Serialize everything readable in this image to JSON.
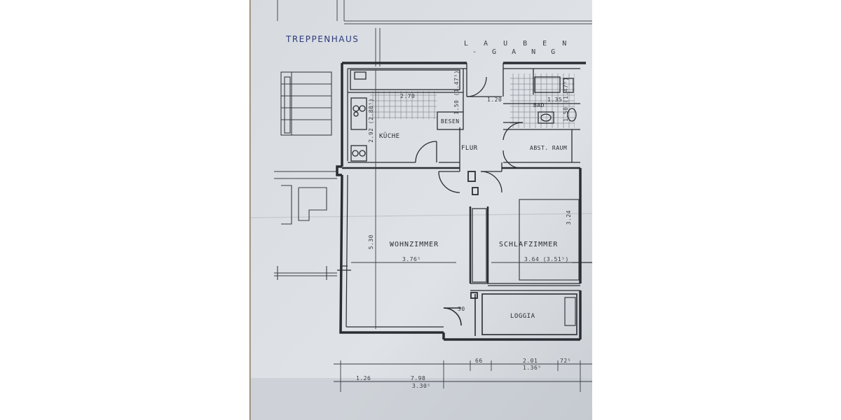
{
  "header": {
    "stairwell": "TREPPENHAUS",
    "gallery_line1": "L A U B E N",
    "gallery_line2": "- G A N G"
  },
  "rooms": {
    "kitchen": "KÜCHE",
    "broom": "BESEN",
    "hall": "FLUR",
    "bath": "BAD",
    "storage": "ABST. RAUM",
    "living": "WOHNZIMMER",
    "bedroom": "SCHLAFZIMMER",
    "loggia": "LOGGIA"
  },
  "dimensions": {
    "kitchen_width": "2.70",
    "kitchen_height": "2.92 (2.80⁵)",
    "top_right_kitchen": "1.50 (1.47⁵)",
    "hall_gap": "1.20",
    "bath_width": "1.35",
    "bath_side": "1.50 (1.47⁵)",
    "living_height": "5.30",
    "living_width": "3.76⁵",
    "bedroom_width": "3.64 (3.51⁵)",
    "bedroom_height": "3.24",
    "loggia_door": "30",
    "bottom_a": "1.26",
    "bottom_b": "7.98",
    "bottom_c": "66",
    "bottom_d": "2.01",
    "bottom_e": "1.36⁵",
    "bottom_f": "72⁵",
    "bottom_g": "3.30⁵"
  },
  "colors": {
    "paper": "#d9dde1",
    "ink": "#2a2d33",
    "hand_ink": "#2c3a7a"
  }
}
